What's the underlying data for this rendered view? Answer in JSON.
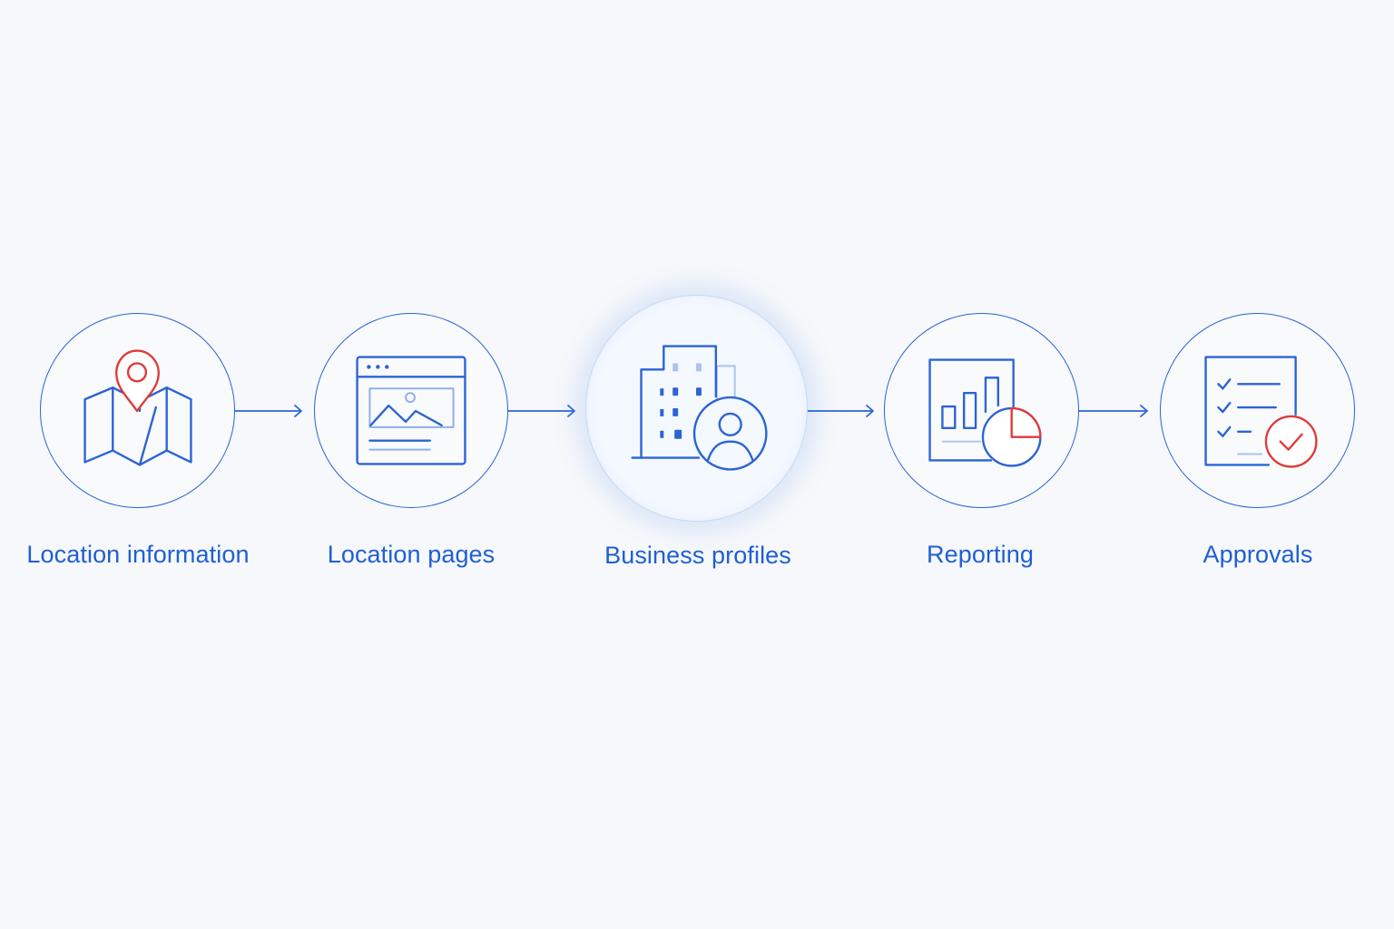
{
  "diagram": {
    "steps": [
      {
        "label": "Location information",
        "icon": "map-pin-icon"
      },
      {
        "label": "Location pages",
        "icon": "browser-page-icon"
      },
      {
        "label": "Business profiles",
        "icon": "building-profile-icon"
      },
      {
        "label": "Reporting",
        "icon": "report-chart-icon"
      },
      {
        "label": "Approvals",
        "icon": "checklist-approval-icon"
      }
    ],
    "active_step": "Business profiles"
  },
  "colors": {
    "background": "#f6f8fb",
    "primary_blue": "#1f5fd3",
    "line_blue": "#2b63d6",
    "accent_red": "#e03a3a",
    "active_glow": "#6091e8"
  }
}
